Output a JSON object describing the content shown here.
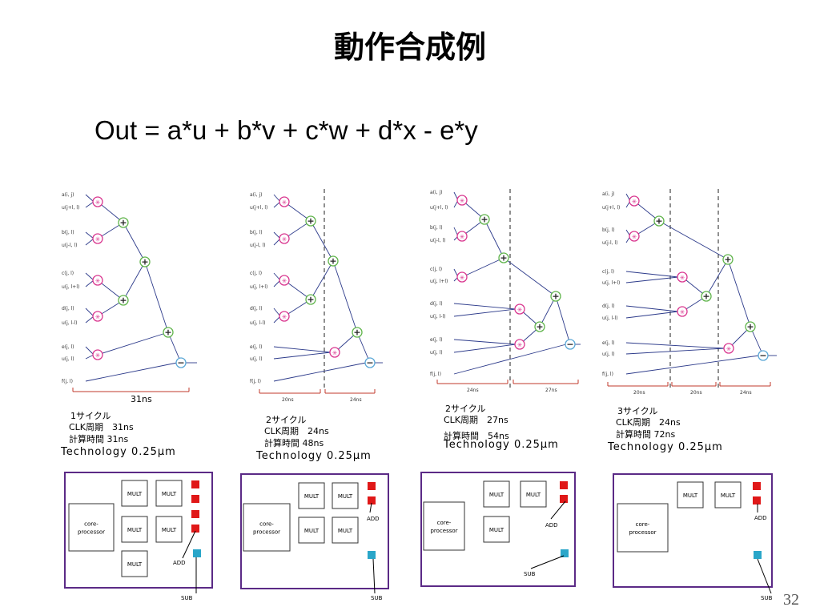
{
  "slide": {
    "title": "動作合成例",
    "formula": "Out = a*u + b*v + c*w + d*x - e*y",
    "page_number": "32"
  },
  "colors": {
    "mult_node": "#d9368f",
    "add_node": "#5fb44a",
    "sub_node": "#5aa7d6",
    "edge": "#2c3a8a",
    "timing": "#c0392b",
    "floorplan_border": "#5b2a86",
    "add_unit": "#e01818",
    "sub_unit": "#2aa6c9"
  },
  "designs": [
    {
      "inputs": [
        "a(i, j)",
        "u(j+l, l)",
        "b(j, l)",
        "u(j-l, l)",
        "c(j, l)",
        "u(j, l+l)",
        "d(j, l)",
        "u(j, l-l)",
        "e(j, l)",
        "u(j, l)",
        "f(j, l)"
      ],
      "time_labels": [
        "31ns"
      ],
      "cycle": "1サイクル",
      "clk": "CLK周期　31ns",
      "calc": "計算時間 31ns",
      "technology": "Technology 0.25μm",
      "floorplan": {
        "core": [
          "core-",
          "processor"
        ],
        "mult": "MULT",
        "add": "ADD",
        "sub": "SUB"
      }
    },
    {
      "inputs": [
        "a(i, j)",
        "u(j+l, l)",
        "b(j, l)",
        "u(j-l, l)",
        "c(j, l)",
        "u(j, l+l)",
        "d(j, l)",
        "u(j, l-l)",
        "e(j, l)",
        "u(j, l)",
        "f(j, l)"
      ],
      "time_labels": [
        "20ns",
        "24ns"
      ],
      "cycle": "2サイクル",
      "clk": "CLK周期　24ns",
      "calc": "計算時間 48ns",
      "technology": "Technology 0.25μm",
      "floorplan": {
        "core": [
          "core-",
          "processor"
        ],
        "mult": "MULT",
        "add": "ADD",
        "sub": "SUB"
      }
    },
    {
      "inputs": [
        "a(i, j)",
        "u(j+l, l)",
        "b(j, l)",
        "u(j-l, l)",
        "c(j, l)",
        "u(j, l+l)",
        "d(j, l)",
        "u(j, l-l)",
        "e(j, l)",
        "u(j, l)",
        "f(j, l)"
      ],
      "time_labels": [
        "24ns",
        "27ns"
      ],
      "cycle": "2サイクル",
      "clk": "CLK周期　27ns",
      "calc": "計算時間　54ns",
      "technology": "Technology 0.25μm",
      "floorplan": {
        "core": [
          "core-",
          "processor"
        ],
        "mult": "MULT",
        "add": "ADD",
        "sub": "SUB"
      }
    },
    {
      "inputs": [
        "a(i, j)",
        "u(j+l, l)",
        "b(j, l)",
        "u(j-l, l)",
        "c(j, l)",
        "u(j, l+l)",
        "d(j, l)",
        "u(j, l-l)",
        "e(j, l)",
        "u(j, l)",
        "f(j, l)"
      ],
      "time_labels": [
        "20ns",
        "20ns",
        "24ns"
      ],
      "cycle": "3サイクル",
      "clk": "CLK周期　24ns",
      "calc": "計算時間 72ns",
      "technology": "Technology 0.25μm",
      "floorplan": {
        "core": [
          "core-",
          "processor"
        ],
        "mult": "MULT",
        "add": "ADD",
        "sub": "SUB"
      }
    }
  ]
}
